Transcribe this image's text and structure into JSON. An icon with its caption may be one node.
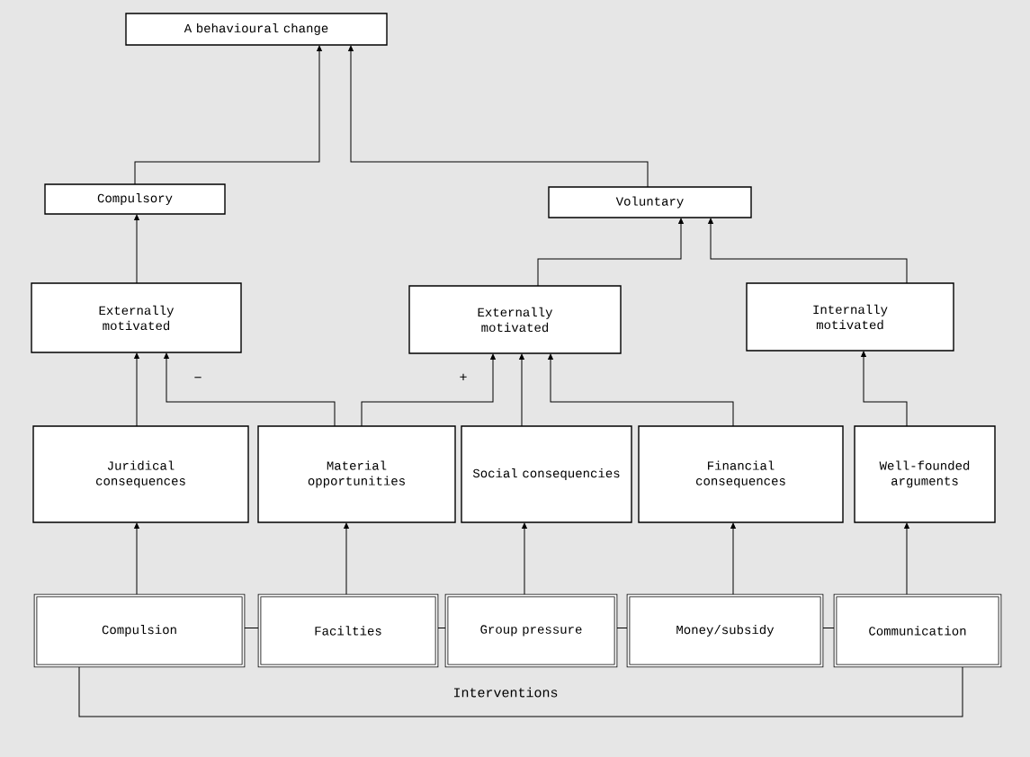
{
  "diagram": {
    "nodes": [
      {
        "text": [
          "A behavioural change"
        ]
      },
      {
        "text": [
          "Compulsory"
        ]
      },
      {
        "text": [
          "Voluntary"
        ]
      },
      {
        "text": [
          "Externally motivated"
        ]
      },
      {
        "text": [
          "Externally motivated"
        ]
      },
      {
        "text": [
          "Internally motivated"
        ]
      },
      {
        "text": [
          "Juridical consequences"
        ]
      },
      {
        "text": [
          "Material opportunities"
        ]
      },
      {
        "text": [
          "Social consequencies"
        ]
      },
      {
        "text": [
          "Financial consequences"
        ]
      },
      {
        "text": [
          "Well-founded arguments"
        ]
      },
      {
        "text": [
          "Compulsion"
        ]
      },
      {
        "text": [
          "Facilties"
        ]
      },
      {
        "text": [
          "Group pressure"
        ]
      },
      {
        "text": [
          "Money/subsidy"
        ]
      },
      {
        "text": [
          "Communication"
        ]
      }
    ],
    "edges": [
      {
        "from": 1,
        "to": 0,
        "arrow": "to"
      },
      {
        "from": 2,
        "to": 0,
        "arrow": "to"
      },
      {
        "from": 3,
        "to": 1,
        "arrow": "to"
      },
      {
        "from": 4,
        "to": 2,
        "arrow": "to"
      },
      {
        "from": 5,
        "to": 2,
        "arrow": "to"
      },
      {
        "from": 6,
        "to": 3,
        "arrow": "to"
      },
      {
        "from": 7,
        "to": 3,
        "arrow": "to",
        "label": "−"
      },
      {
        "from": 7,
        "to": 4,
        "arrow": "to",
        "label": "+"
      },
      {
        "from": 8,
        "to": 4,
        "arrow": "to"
      },
      {
        "from": 9,
        "to": 4,
        "arrow": "to"
      },
      {
        "from": 10,
        "to": 5,
        "arrow": "to"
      },
      {
        "from": 11,
        "to": 6,
        "arrow": "to"
      },
      {
        "from": 12,
        "to": 7,
        "arrow": "to"
      },
      {
        "from": 13,
        "to": 8,
        "arrow": "to"
      },
      {
        "from": 14,
        "to": 9,
        "arrow": "to"
      },
      {
        "from": 15,
        "to": 10,
        "arrow": "to"
      },
      {
        "from": 11,
        "to": 12,
        "arrow": "none"
      },
      {
        "from": 12,
        "to": 13,
        "arrow": "none"
      },
      {
        "from": 13,
        "to": 14,
        "arrow": "none"
      },
      {
        "from": 14,
        "to": 15,
        "arrow": "none"
      },
      {
        "from": 11,
        "to": 15,
        "arrow": "none",
        "label": "Interventions"
      }
    ]
  }
}
